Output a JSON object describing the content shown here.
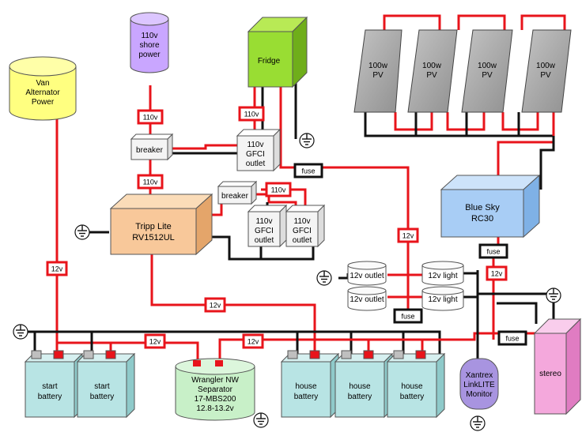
{
  "labels": {
    "alternator": [
      "Van",
      "Alternator",
      "Power"
    ],
    "shore": [
      "110v",
      "shore",
      "power"
    ],
    "fridge": "Fridge",
    "pv": [
      "100w",
      "PV"
    ],
    "tripp": [
      "Tripp Lite",
      "RV1512UL"
    ],
    "bluesky": [
      "Blue Sky",
      "RC30"
    ],
    "breaker": "breaker",
    "gfci": [
      "110v",
      "GFCI",
      "outlet"
    ],
    "outlet12": "12v outlet",
    "light12": "12v light",
    "start_battery": [
      "start",
      "battery"
    ],
    "house_battery": [
      "house",
      "battery"
    ],
    "separator": [
      "Wrangler NW",
      "Separator",
      "17-MBS200",
      "12.8-13.2v"
    ],
    "xantrex": [
      "Xantrex",
      "LinkLITE",
      "Monitor"
    ],
    "stereo": "stereo",
    "v110": "110v",
    "v12": "12v",
    "fuse": "fuse"
  },
  "colors": {
    "wire_pos": "#e8141b",
    "wire_neg": "#111111",
    "alternator": "#ffff80",
    "shore": "#c9a6ff",
    "fridge": "#99dd33",
    "pv": "#a8a8a8",
    "tripp": "#f8c89a",
    "bluesky": "#a8cdf5",
    "battery": "#b8e4e4",
    "separator": "#c8f0c8",
    "xantrex": "#a894e0",
    "stereo": "#f4a8dc",
    "white_box": "#f4f4f4"
  }
}
